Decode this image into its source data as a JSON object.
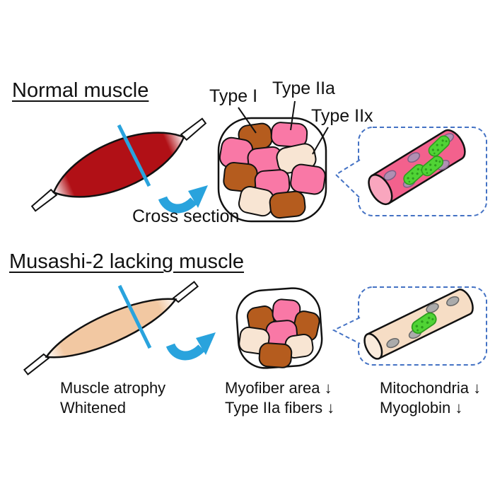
{
  "normal": {
    "title": "Normal muscle",
    "label_type1": "Type I",
    "label_type2a": "Type IIa",
    "label_type2x": "Type IIx",
    "arrow_label": "Cross section"
  },
  "musashi": {
    "title": "Musashi-2 lacking muscle",
    "caption_muscle": [
      "Muscle atrophy",
      "Whitened"
    ],
    "caption_cross_section": [
      "Myofiber area ↓",
      "Type IIa fibers ↓"
    ],
    "caption_fiber": [
      "Mitochondria ↓",
      "Myoglobin ↓"
    ]
  },
  "cross_sections": {
    "normal": {
      "fibers": [
        "type1",
        "type2a",
        "type2a",
        "type2a",
        "type2x",
        "type1",
        "type2a",
        "type2a",
        "type2x",
        "type1"
      ]
    },
    "musashi": {
      "fibers": [
        "type1",
        "type2a",
        "type1",
        "type2a",
        "type2x",
        "type2x",
        "type1"
      ]
    }
  },
  "fiber_details": {
    "normal": {
      "mitochondria_count": 3,
      "nuclei_count": 5
    },
    "musashi": {
      "mitochondria_count": 1,
      "nuclei_count": 4
    }
  },
  "colors": {
    "normal_muscle": "#B11016",
    "atrophied_muscle": "#F2C8A2",
    "fiber_types": {
      "type1": "#B55C1E",
      "type2a": "#F978A6",
      "type2x": "#F8E5D3"
    },
    "fiber_cylinder_normal": "#F3618D",
    "fiber_cylinder_normal_cap": "#F9A6BE",
    "fiber_cylinder_musashi": "#F6DDC5",
    "fiber_cylinder_musashi_cap": "#FAEBDC",
    "mitochondria": "#50D335",
    "mitochondria_dots": "#2E9C1E",
    "nucleus_normal": "#B08FB3",
    "nucleus_musashi": "#ABABAB",
    "arrow": "#29A3DD",
    "section_line": "#29A3DD",
    "callout_border": "#4472C4",
    "outline": "#111111",
    "text": "#111111",
    "background": "#FFFFFF"
  }
}
